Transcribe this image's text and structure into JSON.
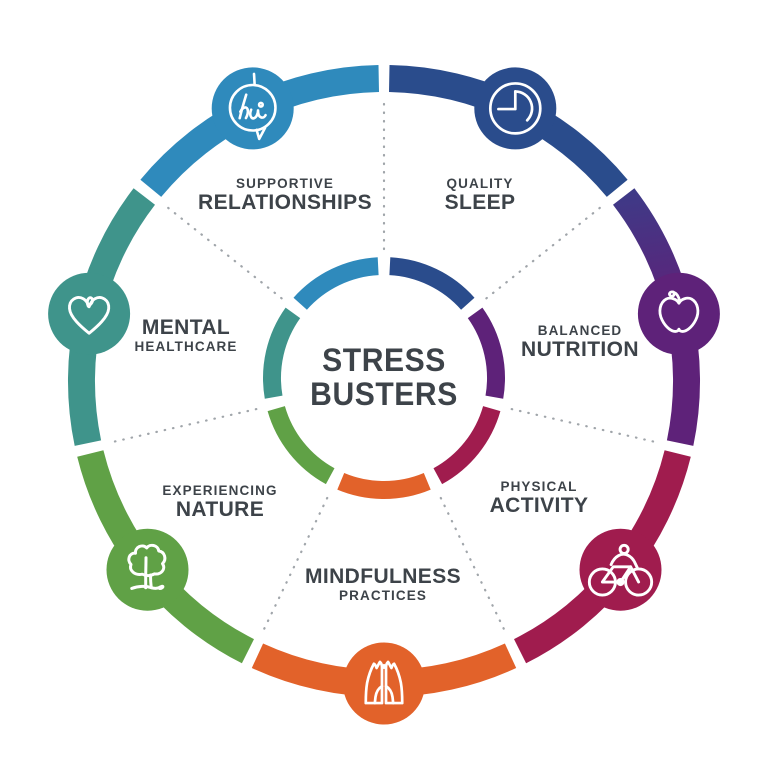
{
  "title": {
    "line1": "STRESS",
    "line2": "BUSTERS"
  },
  "colors": {
    "text": "#3d4349",
    "dot": "#a0a5aa",
    "background": "#ffffff",
    "icon": "#ffffff"
  },
  "segments": [
    {
      "id": "quality-sleep",
      "label_top": "QUALITY",
      "label_bottom": "SLEEP",
      "emphasis": "bottom",
      "color": "#2a4c8c",
      "icon": "clock-icon"
    },
    {
      "id": "balanced-nutrition",
      "label_top": "BALANCED",
      "label_bottom": "NUTRITION",
      "emphasis": "bottom",
      "color": "#5e2279",
      "gradient_start": "#3e3a87",
      "icon": "apple-icon"
    },
    {
      "id": "physical-activity",
      "label_top": "PHYSICAL",
      "label_bottom": "ACTIVITY",
      "emphasis": "bottom",
      "color": "#a01c4e",
      "icon": "bicycle-icon"
    },
    {
      "id": "mindfulness-practices",
      "label_top": "MINDFULNESS",
      "label_bottom": "PRACTICES",
      "emphasis": "top",
      "color": "#e2622a",
      "icon": "praying-hands-icon"
    },
    {
      "id": "experiencing-nature",
      "label_top": "EXPERIENCING",
      "label_bottom": "NATURE",
      "emphasis": "bottom",
      "color": "#60a146",
      "icon": "tree-icon"
    },
    {
      "id": "mental-healthcare",
      "label_top": "MENTAL",
      "label_bottom": "HEALTHCARE",
      "emphasis": "top",
      "color": "#3f948b",
      "icon": "heart-icon"
    },
    {
      "id": "supportive-relationships",
      "label_top": "SUPPORTIVE",
      "label_bottom": "RELATIONSHIPS",
      "emphasis": "bottom",
      "color": "#2f8abc",
      "icon": "hi-speech-bubble-icon"
    }
  ]
}
